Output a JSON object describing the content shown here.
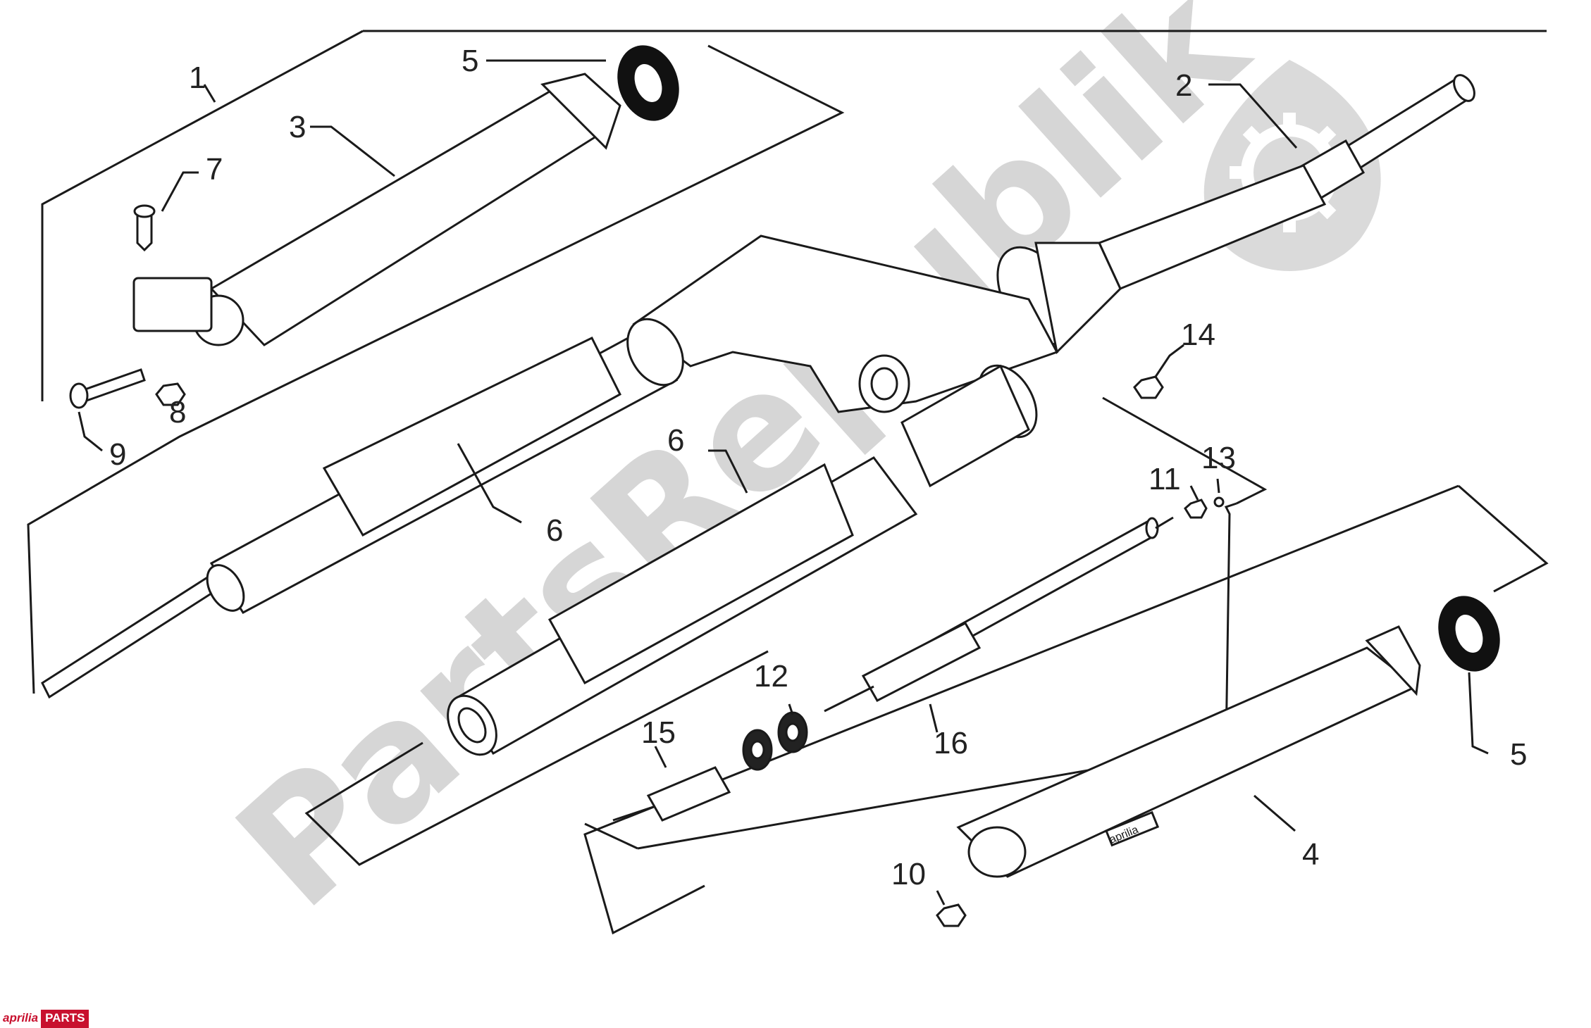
{
  "watermark": {
    "text": "PartsRepublik"
  },
  "callouts": [
    {
      "id": "c1",
      "label": "1"
    },
    {
      "id": "c2",
      "label": "2"
    },
    {
      "id": "c3",
      "label": "3"
    },
    {
      "id": "c4",
      "label": "4"
    },
    {
      "id": "c5a",
      "label": "5"
    },
    {
      "id": "c5b",
      "label": "5"
    },
    {
      "id": "c6a",
      "label": "6"
    },
    {
      "id": "c6b",
      "label": "6"
    },
    {
      "id": "c7",
      "label": "7"
    },
    {
      "id": "c8",
      "label": "8"
    },
    {
      "id": "c9",
      "label": "9"
    },
    {
      "id": "c10",
      "label": "10"
    },
    {
      "id": "c11",
      "label": "11"
    },
    {
      "id": "c12",
      "label": "12"
    },
    {
      "id": "c13",
      "label": "13"
    },
    {
      "id": "c14",
      "label": "14"
    },
    {
      "id": "c15",
      "label": "15"
    },
    {
      "id": "c16",
      "label": "16"
    }
  ],
  "fork_badge": "aprilia",
  "brand": {
    "name": "aprilia",
    "suffix": "PARTS",
    "accent": "#c8102e"
  },
  "line_color": "#1a1a1a",
  "watermark_color": "#d6d6d6"
}
